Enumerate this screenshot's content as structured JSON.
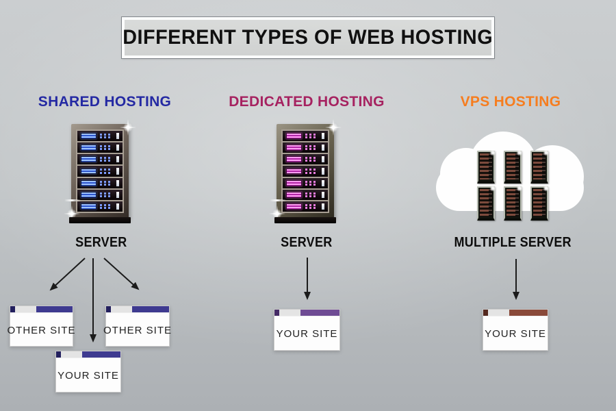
{
  "title": "DIFFERENT TYPES OF WEB HOSTING",
  "colors": {
    "shared_heading": "#2429A3",
    "dedicated_heading": "#A62260",
    "vps_heading": "#F67D1F",
    "shared_bar": "#3E3A90",
    "shared_bar_dark": "#23205E",
    "dedicated_bar": "#6F4C94",
    "dedicated_bar_dark": "#452B66",
    "vps_bar": "#8A4A3A",
    "vps_bar_dark": "#54291F"
  },
  "columns": [
    {
      "id": "shared-hosting",
      "heading": "SHARED HOSTING",
      "server_label": "SERVER",
      "windows": [
        {
          "label": "OTHER SITE"
        },
        {
          "label": "OTHER SITE"
        },
        {
          "label": "YOUR SITE"
        }
      ]
    },
    {
      "id": "dedicated-hosting",
      "heading": "DEDICATED HOSTING",
      "server_label": "SERVER",
      "windows": [
        {
          "label": "YOUR SITE"
        }
      ]
    },
    {
      "id": "vps-hosting",
      "heading": "VPS HOSTING",
      "server_label": "MULTIPLE SERVER",
      "windows": [
        {
          "label": "YOUR SITE"
        }
      ]
    }
  ]
}
